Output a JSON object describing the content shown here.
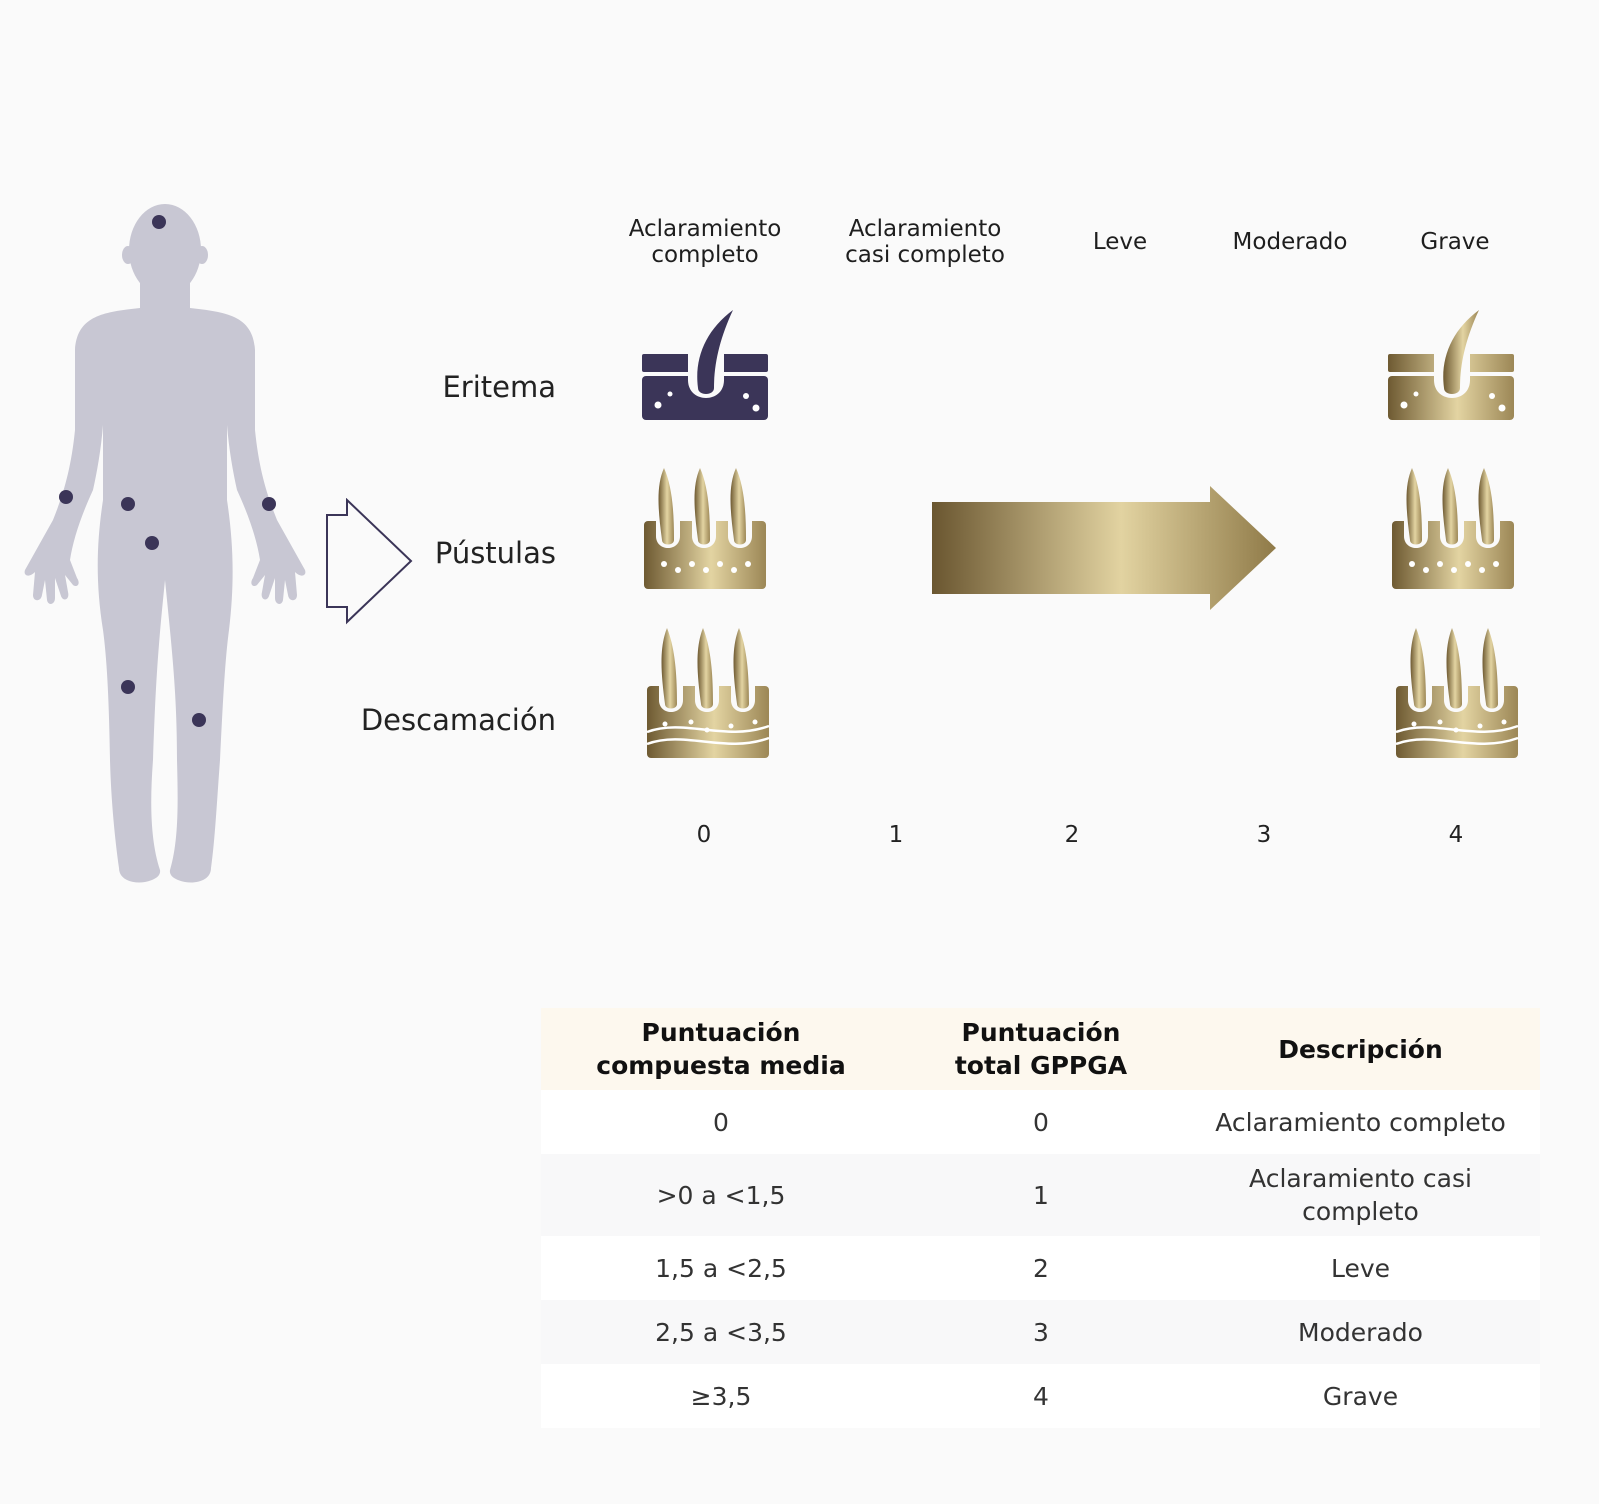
{
  "severity_levels": [
    {
      "label": "Aclaramiento\ncompleto"
    },
    {
      "label": "Aclaramiento\ncasi completo"
    },
    {
      "label": "Leve"
    },
    {
      "label": "Moderado"
    },
    {
      "label": "Grave"
    }
  ],
  "rows": [
    {
      "label": "Eritema"
    },
    {
      "label": "Pústulas"
    },
    {
      "label": "Descamación"
    }
  ],
  "scores": [
    "0",
    "1",
    "2",
    "3",
    "4"
  ],
  "colors": {
    "body": "#c8c7d3",
    "dot": "#3b3558",
    "clear_icon": "#3b3558",
    "gold_dark": "#6e5a32",
    "gold_light": "#e3d4a2",
    "arrow_outline": "#3b3558"
  },
  "icons": {
    "body": "human-body-silhouette",
    "clear_skin": "skin-follicle-icon",
    "pustules": "skin-pustules-icon",
    "scaling": "skin-scaling-icon",
    "severity_arrow": "gradient-arrow-icon",
    "pointer_arrow": "outline-arrow-icon"
  },
  "table": {
    "headers": [
      "Puntuación\ncompuesta media",
      "Puntuación\ntotal GPPGA",
      "Descripción"
    ],
    "rows": [
      [
        "0",
        "0",
        "Aclaramiento completo"
      ],
      [
        ">0 a <1,5",
        "1",
        "Aclaramiento casi\ncompleto"
      ],
      [
        "1,5 a <2,5",
        "2",
        "Leve"
      ],
      [
        "2,5 a <3,5",
        "3",
        "Moderado"
      ],
      [
        "≥3,5",
        "4",
        "Grave"
      ]
    ]
  }
}
